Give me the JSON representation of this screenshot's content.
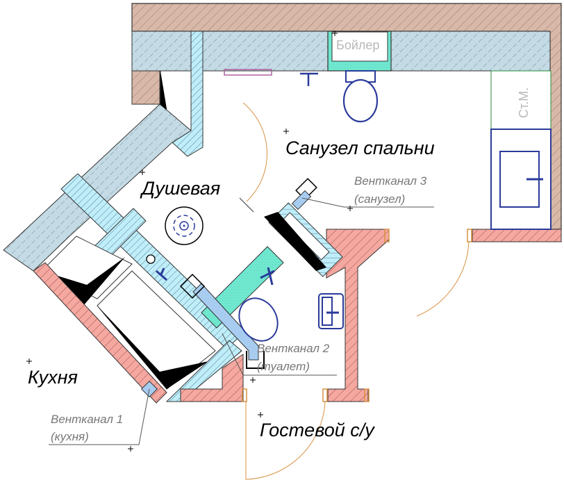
{
  "drawing": {
    "type": "floor-plan",
    "colors": {
      "exterior_wall": "#d8b8a8",
      "insulation_wall": "#c4dae4",
      "partition_light_blue": "#bfeefa",
      "partition_red": "#f4a8a0",
      "tile_cyan": "#70e8d0",
      "vent_duct": "#a8ccf0",
      "fixture_blue": "#2a3a9a",
      "door_arc": "#d89040",
      "towel_rail": "#b060a0",
      "washer_green": "#2a8a3a"
    }
  },
  "rooms": {
    "master_bathroom": "Санузел спальни",
    "shower": "Душевая",
    "kitchen": "Кухня",
    "guest_wc": "Гостевой с/у"
  },
  "tags": {
    "boiler": "Бойлер",
    "washing_machine": "Ст.М."
  },
  "vents": [
    {
      "title": "Вентканал 1",
      "subtitle": "(кухня)"
    },
    {
      "title": "Вентканал 2",
      "subtitle": "(туалет)"
    },
    {
      "title": "Вентканал 3",
      "subtitle": "(санузел)"
    }
  ]
}
